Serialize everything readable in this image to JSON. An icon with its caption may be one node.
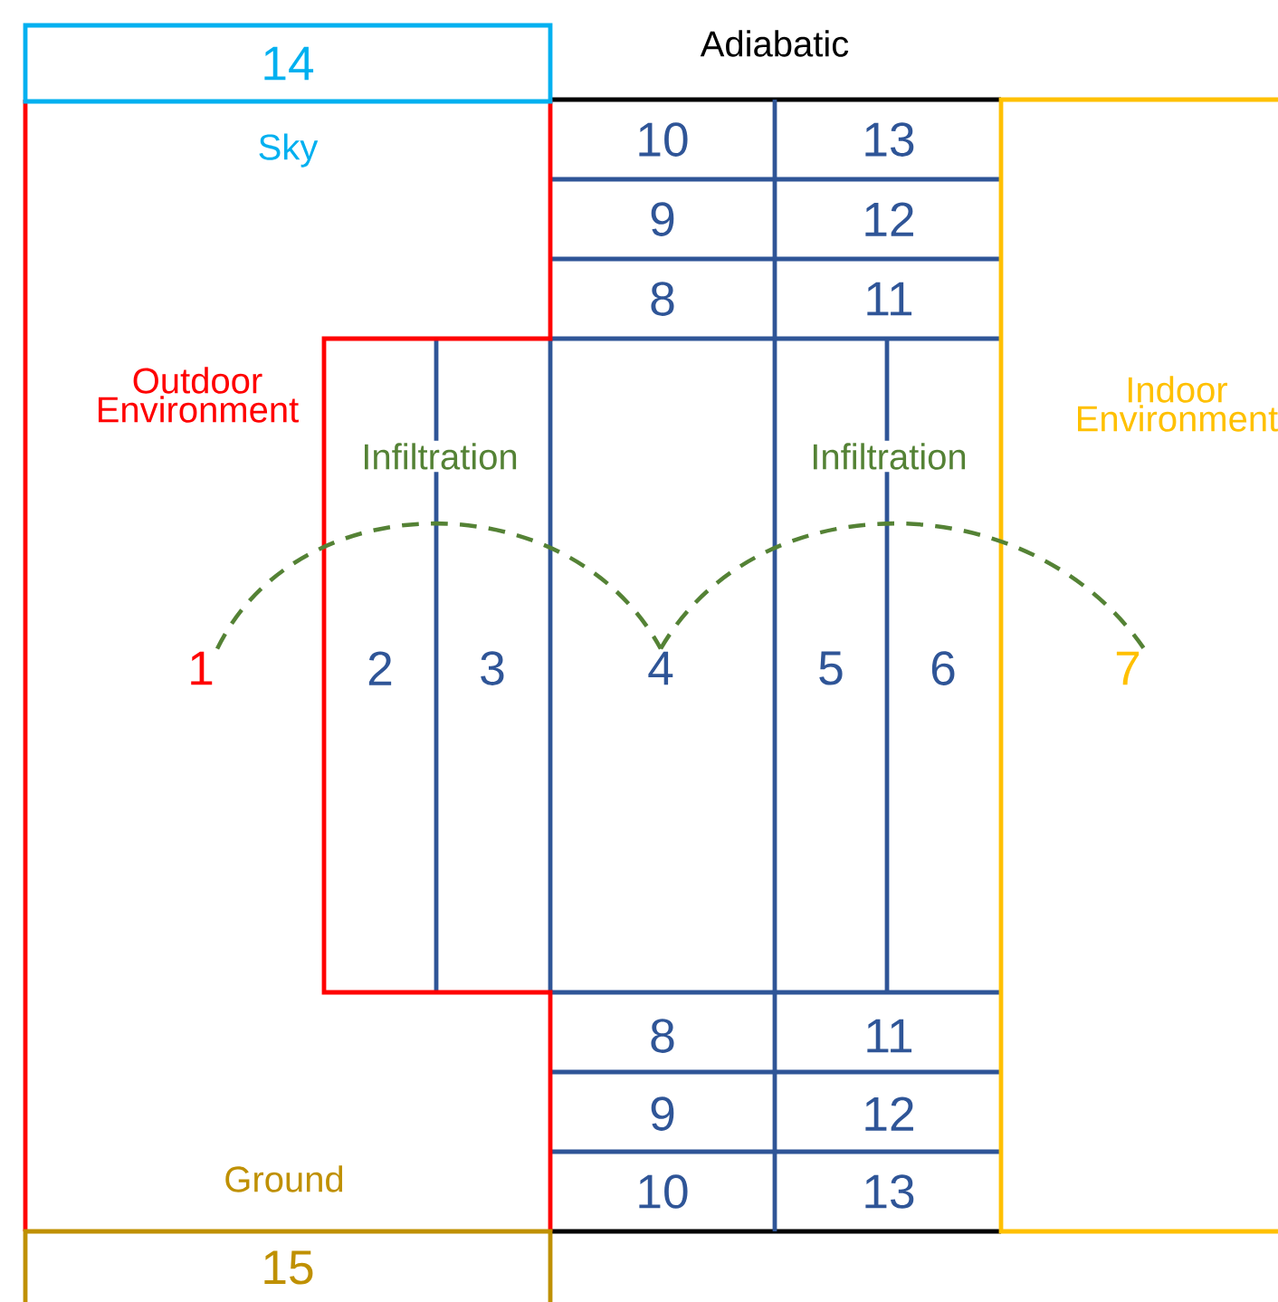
{
  "diagram": {
    "nodes": [
      {
        "text": [
          "14"
        ],
        "beside": [
          "Sky"
        ]
      },
      {
        "text": [
          "10"
        ]
      },
      {
        "text": [
          "13"
        ]
      },
      {
        "text": [
          "9"
        ]
      },
      {
        "text": [
          "12"
        ]
      },
      {
        "text": [
          "8"
        ]
      },
      {
        "text": [
          "11"
        ]
      },
      {
        "text": [
          "1"
        ]
      },
      {
        "text": [
          "2"
        ]
      },
      {
        "text": [
          "3"
        ]
      },
      {
        "text": [
          "4"
        ]
      },
      {
        "text": [
          "5"
        ]
      },
      {
        "text": [
          "6"
        ]
      },
      {
        "text": [
          "7"
        ]
      },
      {
        "text": [
          "8"
        ]
      },
      {
        "text": [
          "11"
        ]
      },
      {
        "text": [
          "9"
        ]
      },
      {
        "text": [
          "12"
        ]
      },
      {
        "text": [
          "10"
        ]
      },
      {
        "text": [
          "13"
        ]
      },
      {
        "text": [
          "15"
        ],
        "beside": [
          "Ground"
        ]
      }
    ],
    "edges": [
      {
        "from": 7,
        "to": 10,
        "arrow": "none",
        "label": "Infiltration",
        "style": "dashed"
      },
      {
        "from": 10,
        "to": 13,
        "arrow": "none",
        "label": "Infiltration",
        "style": "dashed"
      }
    ],
    "labels": [
      "Adiabatic",
      "Outdoor Environment",
      "Indoor Environment"
    ]
  }
}
